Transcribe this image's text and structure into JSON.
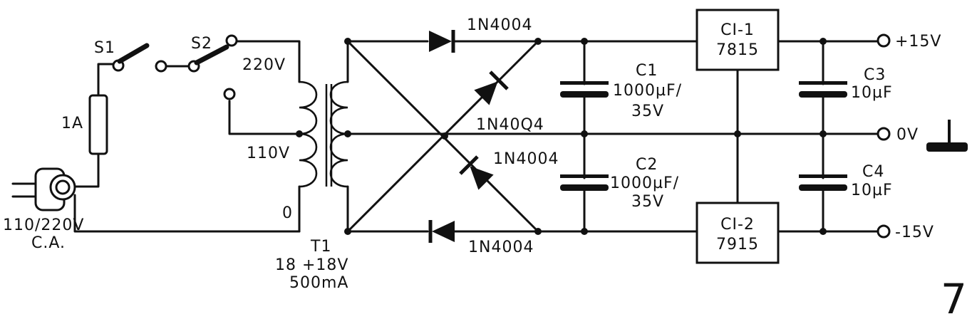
{
  "figure_number": "7",
  "plug": {
    "label_voltage": "110/220V",
    "label_type": "C.A."
  },
  "fuse": {
    "label": "1A"
  },
  "switches": {
    "s1": "S1",
    "s2": "S2"
  },
  "taps": {
    "t220": "220V",
    "t110": "110V",
    "t0": "0"
  },
  "transformer": {
    "name": "T1",
    "rating": "18 +18V",
    "current": "500mA"
  },
  "diodes": {
    "d_top": "1N4004",
    "d_mid_upper": "1N40Q4",
    "d_mid_lower": "1N4004",
    "d_bottom": "1N4004"
  },
  "capacitors": {
    "c1": {
      "name": "C1",
      "value": "1000µF/",
      "voltage": "35V"
    },
    "c2": {
      "name": "C2",
      "value": "1000µF/",
      "voltage": "35V"
    },
    "c3": {
      "name": "C3",
      "value": "10µF"
    },
    "c4": {
      "name": "C4",
      "value": "10µF"
    }
  },
  "regulators": {
    "ci1": {
      "name": "CI-1",
      "part": "7815"
    },
    "ci2": {
      "name": "CI-2",
      "part": "7915"
    }
  },
  "outputs": {
    "pos": "+15V",
    "zero": "0V",
    "neg": "-15V"
  }
}
